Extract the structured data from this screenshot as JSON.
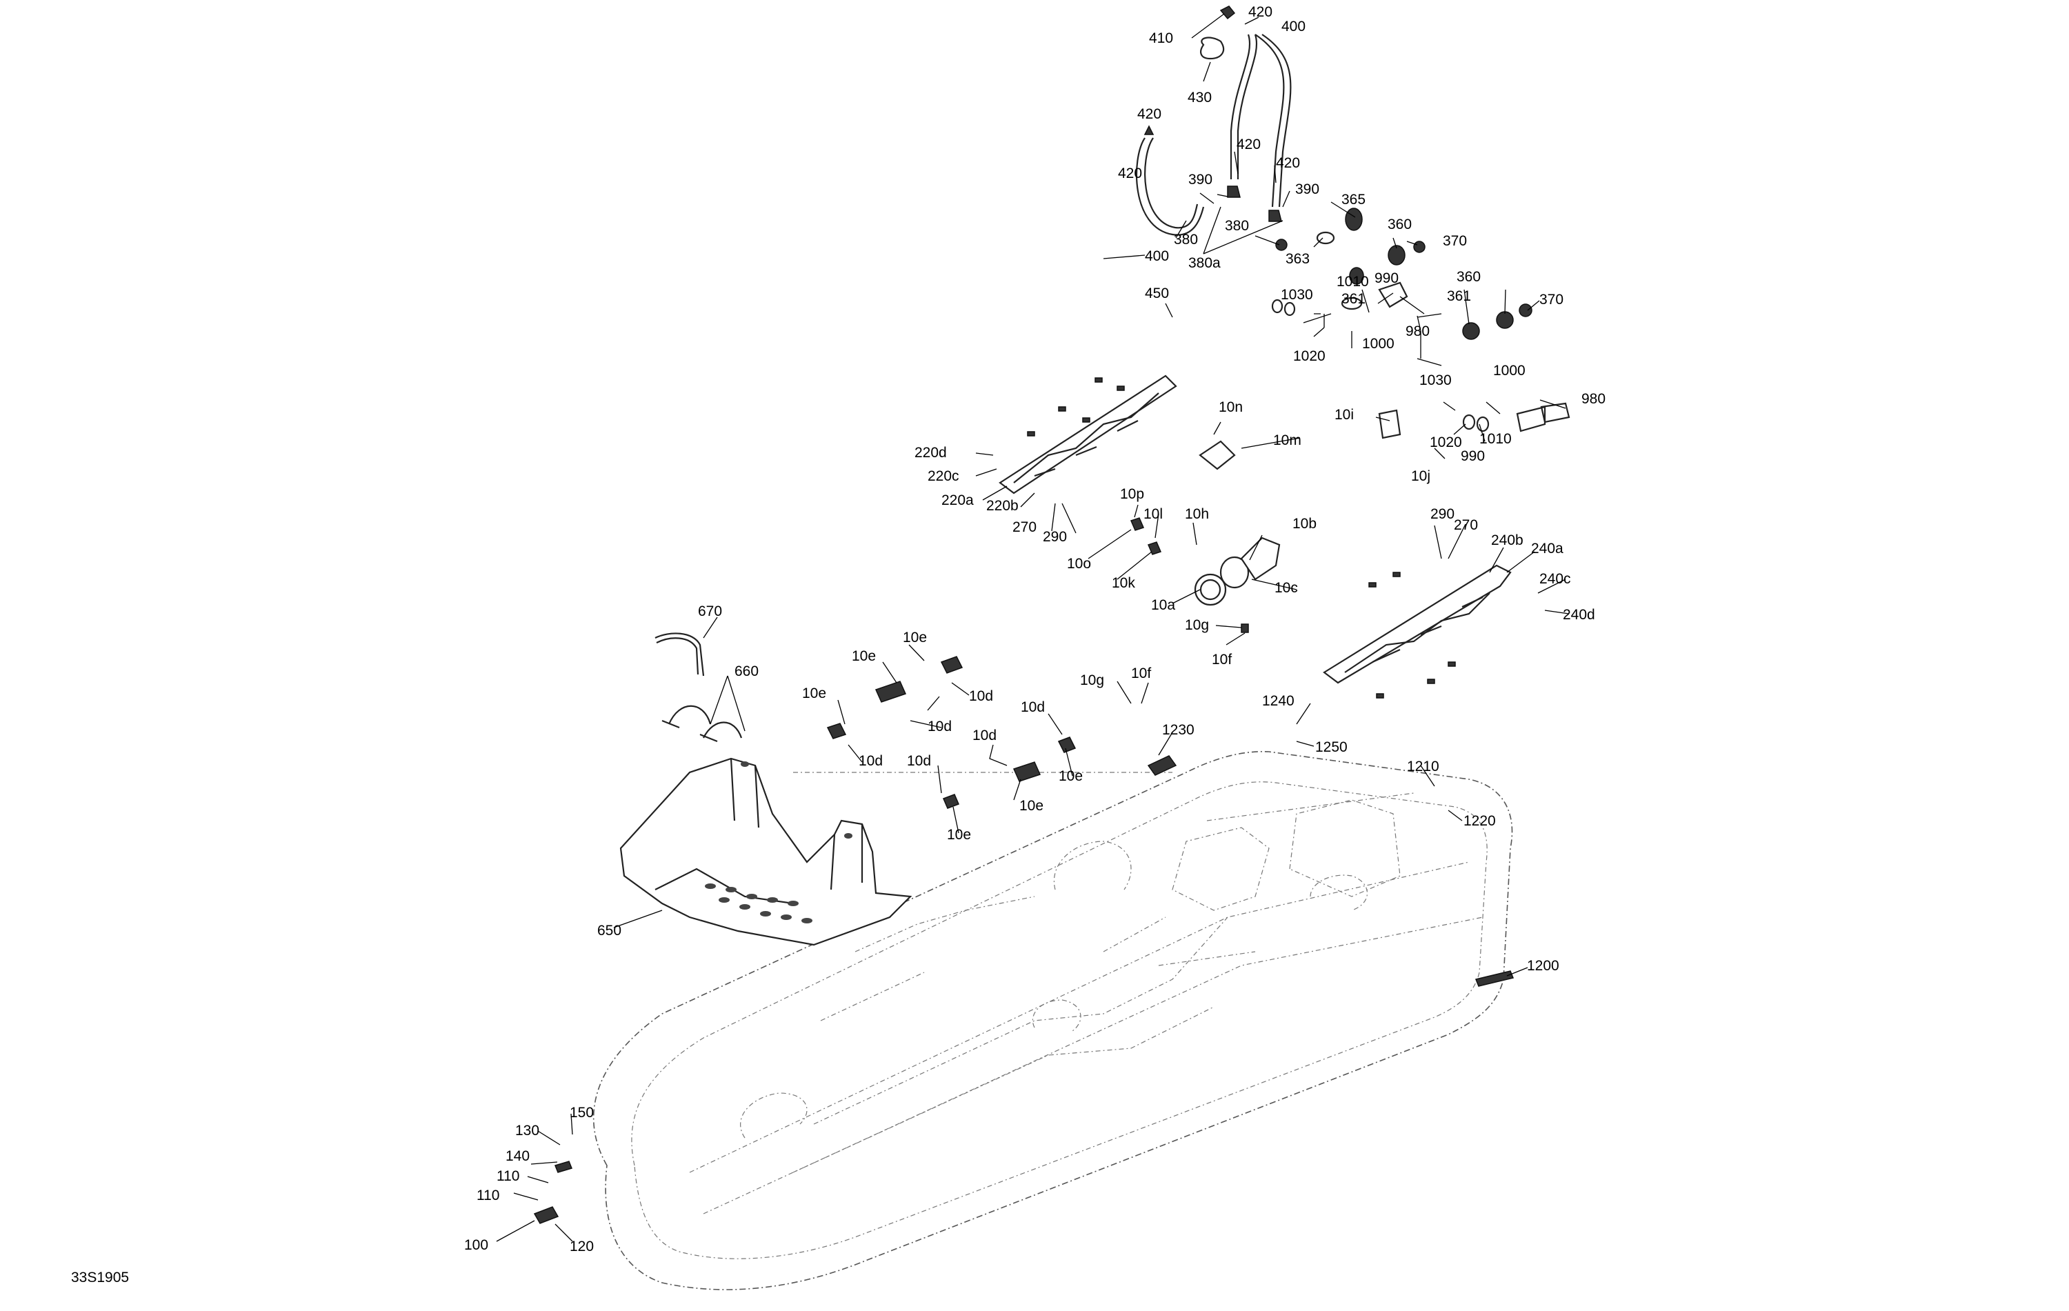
{
  "diagram": {
    "reference_code": "33S1905",
    "callouts": [
      {
        "id": "c410",
        "text": "410"
      },
      {
        "id": "c420a",
        "text": "420"
      },
      {
        "id": "c400a",
        "text": "400"
      },
      {
        "id": "c430",
        "text": "430"
      },
      {
        "id": "c420b",
        "text": "420"
      },
      {
        "id": "c420c",
        "text": "420"
      },
      {
        "id": "c420d",
        "text": "420"
      },
      {
        "id": "c390a",
        "text": "390"
      },
      {
        "id": "c420e",
        "text": "420"
      },
      {
        "id": "c390b",
        "text": "390"
      },
      {
        "id": "c365",
        "text": "365"
      },
      {
        "id": "c380a",
        "text": "380"
      },
      {
        "id": "c380b",
        "text": "380"
      },
      {
        "id": "c380c",
        "text": "380a"
      },
      {
        "id": "c363",
        "text": "363"
      },
      {
        "id": "c360a",
        "text": "360"
      },
      {
        "id": "c370a",
        "text": "370"
      },
      {
        "id": "c400b",
        "text": "400"
      },
      {
        "id": "c450",
        "text": "450"
      },
      {
        "id": "c1030a",
        "text": "1030"
      },
      {
        "id": "c1010a",
        "text": "1010"
      },
      {
        "id": "c361a",
        "text": "361"
      },
      {
        "id": "c990a",
        "text": "990"
      },
      {
        "id": "c360b",
        "text": "360"
      },
      {
        "id": "c980a",
        "text": "980"
      },
      {
        "id": "c361b",
        "text": "361"
      },
      {
        "id": "c370b",
        "text": "370"
      },
      {
        "id": "c1020a",
        "text": "1020"
      },
      {
        "id": "c1000a",
        "text": "1000"
      },
      {
        "id": "c1030b",
        "text": "1030"
      },
      {
        "id": "c1000b",
        "text": "1000"
      },
      {
        "id": "c980b",
        "text": "980"
      },
      {
        "id": "c10n",
        "text": "10n"
      },
      {
        "id": "c10i",
        "text": "10i"
      },
      {
        "id": "c1020b",
        "text": "1020"
      },
      {
        "id": "c1010b",
        "text": "1010"
      },
      {
        "id": "c10m",
        "text": "10m"
      },
      {
        "id": "c220d",
        "text": "220d"
      },
      {
        "id": "c990b",
        "text": "990"
      },
      {
        "id": "c220c",
        "text": "220c"
      },
      {
        "id": "c10j",
        "text": "10j"
      },
      {
        "id": "c220a",
        "text": "220a"
      },
      {
        "id": "c220b",
        "text": "220b"
      },
      {
        "id": "c10p",
        "text": "10p"
      },
      {
        "id": "c10l",
        "text": "10l"
      },
      {
        "id": "c10h",
        "text": "10h"
      },
      {
        "id": "c290a",
        "text": "290"
      },
      {
        "id": "c270a",
        "text": "270"
      },
      {
        "id": "c10b",
        "text": "10b"
      },
      {
        "id": "c270b",
        "text": "270"
      },
      {
        "id": "c290b",
        "text": "290"
      },
      {
        "id": "c240b",
        "text": "240b"
      },
      {
        "id": "c240a",
        "text": "240a"
      },
      {
        "id": "c10o",
        "text": "10o"
      },
      {
        "id": "c10k",
        "text": "10k"
      },
      {
        "id": "c10c",
        "text": "10c"
      },
      {
        "id": "c240c",
        "text": "240c"
      },
      {
        "id": "c10a",
        "text": "10a"
      },
      {
        "id": "c240d",
        "text": "240d"
      },
      {
        "id": "c10g1",
        "text": "10g"
      },
      {
        "id": "c670",
        "text": "670"
      },
      {
        "id": "c10e1",
        "text": "10e"
      },
      {
        "id": "c10f1",
        "text": "10f"
      },
      {
        "id": "c10e2",
        "text": "10e"
      },
      {
        "id": "c660",
        "text": "660"
      },
      {
        "id": "c10d1",
        "text": "10d"
      },
      {
        "id": "c10e3",
        "text": "10e"
      },
      {
        "id": "c10g2",
        "text": "10g"
      },
      {
        "id": "c10f2",
        "text": "10f"
      },
      {
        "id": "c10d2",
        "text": "10d"
      },
      {
        "id": "c10d3",
        "text": "10d"
      },
      {
        "id": "c1240",
        "text": "1240"
      },
      {
        "id": "c1230",
        "text": "1230"
      },
      {
        "id": "c10d4",
        "text": "10d"
      },
      {
        "id": "c10d5",
        "text": "10d"
      },
      {
        "id": "c1250",
        "text": "1250"
      },
      {
        "id": "c10e4",
        "text": "10e"
      },
      {
        "id": "c10d6",
        "text": "10d"
      },
      {
        "id": "c1210",
        "text": "1210"
      },
      {
        "id": "c10e5",
        "text": "10e"
      },
      {
        "id": "c1220",
        "text": "1220"
      },
      {
        "id": "c10e6",
        "text": "10e"
      },
      {
        "id": "c650",
        "text": "650"
      },
      {
        "id": "c1200",
        "text": "1200"
      },
      {
        "id": "c150",
        "text": "150"
      },
      {
        "id": "c130",
        "text": "130"
      },
      {
        "id": "c140",
        "text": "140"
      },
      {
        "id": "c110a",
        "text": "110"
      },
      {
        "id": "c110b",
        "text": "110"
      },
      {
        "id": "c100",
        "text": "100"
      },
      {
        "id": "c120",
        "text": "120"
      }
    ]
  }
}
